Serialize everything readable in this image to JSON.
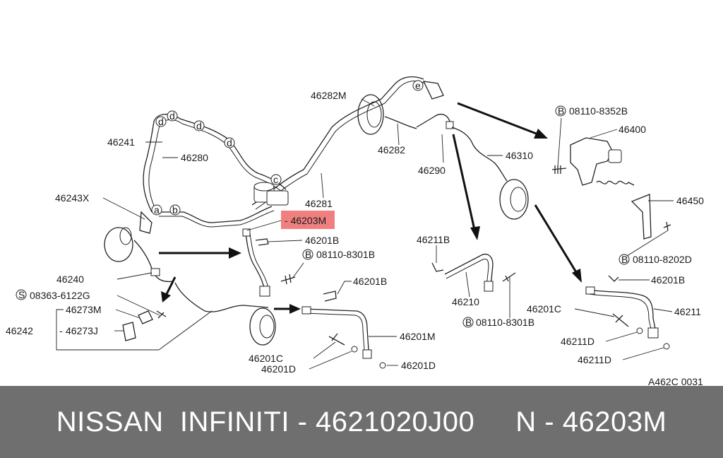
{
  "diagram": {
    "labels": {
      "l46282M": "46282M",
      "l46241": "46241",
      "l46280": "46280",
      "l46282": "46282",
      "l46290": "46290",
      "l46310": "46310",
      "l46243X": "46243X",
      "l46281": "46281",
      "l46203M": "46203M",
      "l46201B_a": "46201B",
      "l08110_8301B_a": "08110-8301B",
      "l46240": "46240",
      "l08363_6122G": "08363-6122G",
      "l46273M": "46273M",
      "l46242": "46242",
      "l46273J": "46273J",
      "l46201B_b": "46201B",
      "l46201M": "46201M",
      "l46201C_a": "46201C",
      "l46201D_a": "46201D",
      "l46201D_b": "46201D",
      "l46211B": "46211B",
      "l46210": "46210",
      "l08110_8301B_b": "08110-8301B",
      "l08110_8352B": "08110-8352B",
      "l46400": "46400",
      "l46450": "46450",
      "l08110_8202D": "08110-8202D",
      "l46201B_c": "46201B",
      "l46201C_b": "46201C",
      "l46211": "46211",
      "l46211D_a": "46211D",
      "l46211D_b": "46211D",
      "ref_code": "A462C 0031"
    },
    "callout_letters": {
      "a": "a",
      "b": "b",
      "c": "c",
      "d": "d",
      "e": "e"
    },
    "symbols": {
      "b": "B",
      "s": "S"
    },
    "highlight_color": "#f08080"
  },
  "footer": {
    "text": "NISSAN  INFINITI - 4621020J00     N - 46203M",
    "background": "#6f6f6f",
    "color": "#ffffff"
  }
}
